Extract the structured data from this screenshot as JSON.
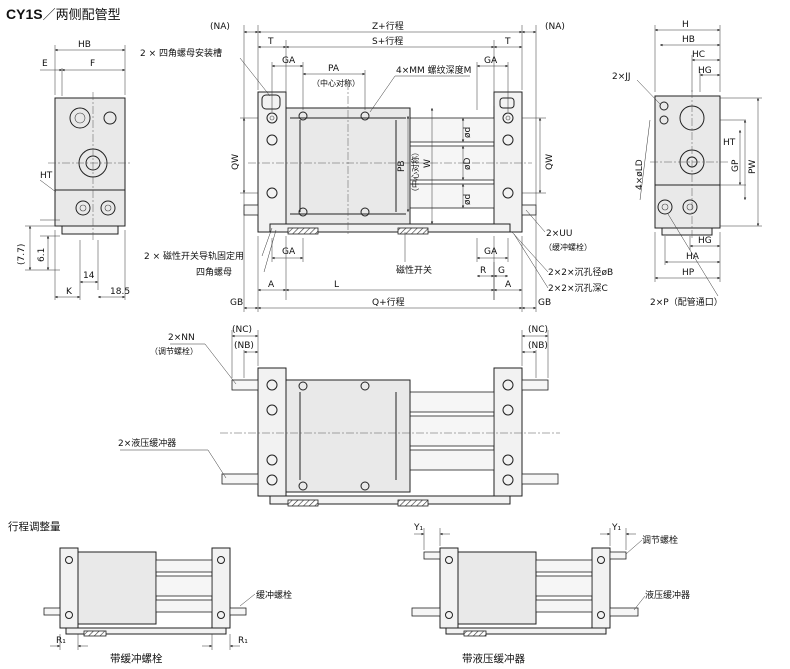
{
  "title": {
    "model": "CY1S",
    "subtitle": "两侧配管型"
  },
  "top_view": {
    "na_left": "(NA)",
    "na_right": "(NA)",
    "z_stroke": "Z+行程",
    "s_stroke": "S+行程",
    "t_left": "T",
    "t_right": "T",
    "ga_top_left": "GA",
    "ga_top_right": "GA",
    "pa": "PA",
    "pa_note": "（中心对称）",
    "mm_callout": "4×MM 螺纹深度M",
    "nut_slot_callout": "2 × 四角螺母安装槽",
    "qw_left": "QW",
    "qw_right": "QW",
    "pb": "PB",
    "pb_note": "（中心对称）",
    "w": "W",
    "od_top": "ød",
    "od_mid": "øD",
    "od_bot": "ød",
    "uu_callout": "2×UU",
    "uu_note": "（缓冲螺栓）",
    "rail_callout": "2 × 磁性开关导轨固定用",
    "square_nut": "四角螺母",
    "ga_bottom_left": "GA",
    "ga_bottom_right": "GA",
    "switch_label": "磁性开关",
    "cb_callout": "2×2×沉孔径øB",
    "cc_callout": "2×2×沉孔深C",
    "r": "R",
    "g": "G",
    "a_left": "A",
    "a_right": "A",
    "l": "L",
    "gb_left": "GB",
    "gb_right": "GB",
    "q_stroke": "Q+行程"
  },
  "left_view": {
    "hb": "HB",
    "e": "E",
    "f": "F",
    "ht": "HT",
    "dim_77": "(7.7)",
    "dim_61": "6.1",
    "dim_14": "14",
    "k": "K",
    "dim_185": "18.5"
  },
  "right_view": {
    "h": "H",
    "hb": "HB",
    "hc": "HC",
    "hg_top": "HG",
    "jj": "2×JJ",
    "ht": "HT",
    "ld": "4×øLD",
    "gp": "GP",
    "pw": "PW",
    "hg_bottom": "HG",
    "ha": "HA",
    "hp": "HP",
    "p_callout": "2×P（配管通口）"
  },
  "middle_view": {
    "nc_left": "(NC)",
    "nc_right": "(NC)",
    "nb_left": "(NB)",
    "nb_right": "(NB)",
    "nn_callout": "2×NN",
    "nn_note": "（调节螺栓）",
    "shock_callout": "2×液压缓冲器"
  },
  "stroke_adjust": {
    "heading": "行程调整量",
    "bolt_callout": "缓冲螺栓",
    "r1_left": "R₁",
    "r1_right": "R₁",
    "caption_left": "带缓冲螺栓",
    "y1_left": "Y₁",
    "y1_right": "Y₁",
    "adjust_bolt": "调节螺栓",
    "shock_absorber": "液压缓冲器",
    "caption_right": "带液压缓冲器"
  }
}
